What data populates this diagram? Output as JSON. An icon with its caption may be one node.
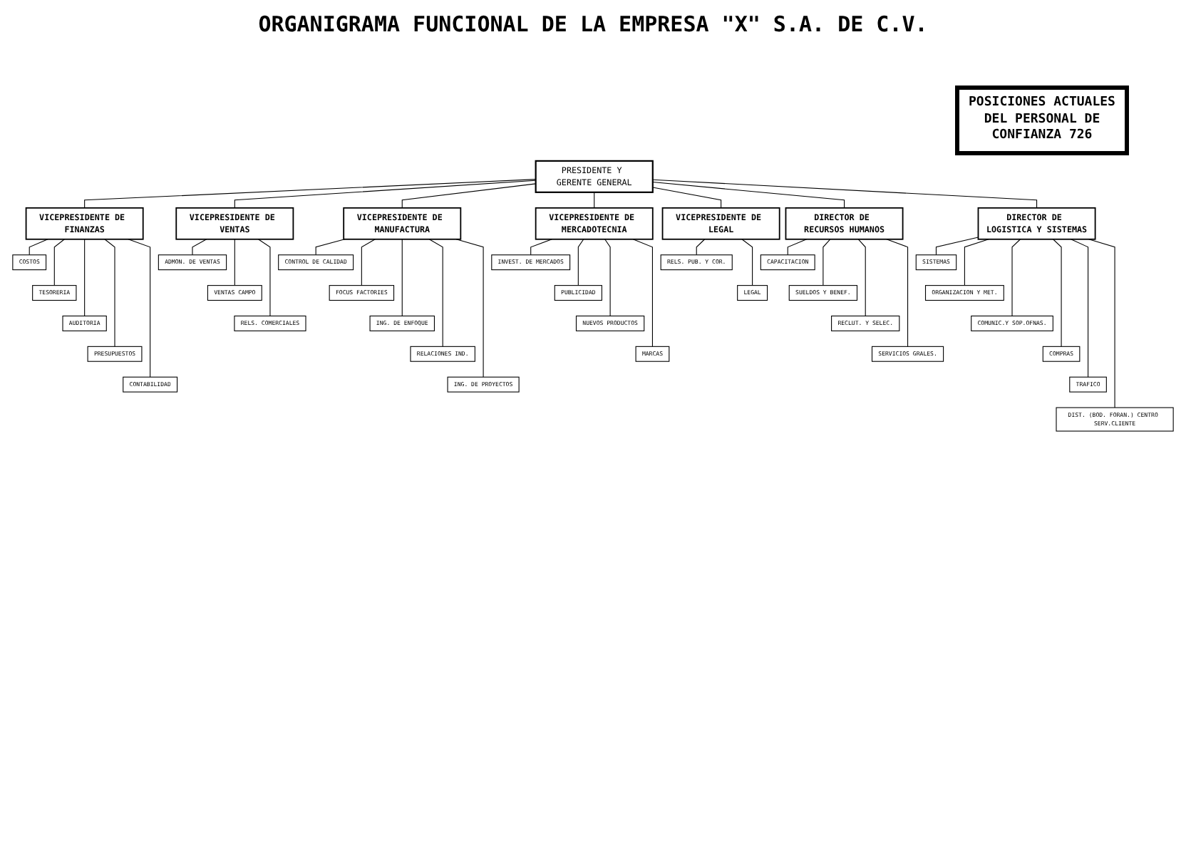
{
  "diagram": {
    "title": "ORGANIGRAMA FUNCIONAL DE LA EMPRESA \"X\" S.A. DE C.V.",
    "nodes": [
      {
        "text": [
          "PRESIDENTE Y GERENTE GENERAL"
        ]
      },
      {
        "text": [
          "POSICIONES ACTUALES DEL PERSONAL DE CONFIANZA 726"
        ]
      },
      {
        "text": [
          "VICEPRESIDENTE DE FINANZAS"
        ]
      },
      {
        "text": [
          "VICEPRESIDENTE DE VENTAS"
        ]
      },
      {
        "text": [
          "VICEPRESIDENTE DE MANUFACTURA"
        ]
      },
      {
        "text": [
          "VICEPRESIDENTE DE MERCADOTECNIA"
        ]
      },
      {
        "text": [
          "VICEPRESIDENTE DE LEGAL"
        ]
      },
      {
        "text": [
          "DIRECTOR DE RECURSOS HUMANOS"
        ]
      },
      {
        "text": [
          "DIRECTOR DE LOGISTICA Y SISTEMAS"
        ]
      },
      {
        "text": [
          "COSTOS"
        ]
      },
      {
        "text": [
          "TESORERIA"
        ]
      },
      {
        "text": [
          "AUDITORIA"
        ]
      },
      {
        "text": [
          "PRESUPUESTOS"
        ]
      },
      {
        "text": [
          "CONTABILIDAD"
        ]
      },
      {
        "text": [
          "ADMON. DE VENTAS"
        ]
      },
      {
        "text": [
          "VENTAS CAMPO"
        ]
      },
      {
        "text": [
          "RELS. COMERCIALES"
        ]
      },
      {
        "text": [
          "CONTROL DE CALIDAD"
        ]
      },
      {
        "text": [
          "FOCUS FACTORIES"
        ]
      },
      {
        "text": [
          "ING. DE ENFOQUE"
        ]
      },
      {
        "text": [
          "RELACIONES IND."
        ]
      },
      {
        "text": [
          "ING. DE PROYECTOS"
        ]
      },
      {
        "text": [
          "INVEST. DE MERCADOS"
        ]
      },
      {
        "text": [
          "PUBLICIDAD"
        ]
      },
      {
        "text": [
          "NUEVOS PRODUCTOS"
        ]
      },
      {
        "text": [
          "MARCAS"
        ]
      },
      {
        "text": [
          "RELS. PUB. Y COR."
        ]
      },
      {
        "text": [
          "LEGAL"
        ]
      },
      {
        "text": [
          "CAPACITACION"
        ]
      },
      {
        "text": [
          "SUELDOS Y BENEF."
        ]
      },
      {
        "text": [
          "RECLUT. Y SELEC."
        ]
      },
      {
        "text": [
          "SERVICIOS GRALES."
        ]
      },
      {
        "text": [
          "SISTEMAS"
        ]
      },
      {
        "text": [
          "ORGANIZACION Y MET."
        ]
      },
      {
        "text": [
          "COMUNIC.Y SOP.OFNAS."
        ]
      },
      {
        "text": [
          "COMPRAS"
        ]
      },
      {
        "text": [
          "TRAFICO"
        ]
      },
      {
        "text": [
          "DIST. (BOD. FORAN.) CENTRO SERV.CLIENTE"
        ]
      }
    ],
    "edges": [
      {
        "from": 0,
        "to": 2,
        "arrow": "none"
      },
      {
        "from": 0,
        "to": 3,
        "arrow": "none"
      },
      {
        "from": 0,
        "to": 4,
        "arrow": "none"
      },
      {
        "from": 0,
        "to": 5,
        "arrow": "none"
      },
      {
        "from": 0,
        "to": 6,
        "arrow": "none"
      },
      {
        "from": 0,
        "to": 7,
        "arrow": "none"
      },
      {
        "from": 0,
        "to": 8,
        "arrow": "none"
      },
      {
        "from": 2,
        "to": 9,
        "arrow": "none"
      },
      {
        "from": 2,
        "to": 10,
        "arrow": "none"
      },
      {
        "from": 2,
        "to": 11,
        "arrow": "none"
      },
      {
        "from": 2,
        "to": 12,
        "arrow": "none"
      },
      {
        "from": 2,
        "to": 13,
        "arrow": "none"
      },
      {
        "from": 3,
        "to": 14,
        "arrow": "none"
      },
      {
        "from": 3,
        "to": 15,
        "arrow": "none"
      },
      {
        "from": 3,
        "to": 16,
        "arrow": "none"
      },
      {
        "from": 4,
        "to": 17,
        "arrow": "none"
      },
      {
        "from": 4,
        "to": 18,
        "arrow": "none"
      },
      {
        "from": 4,
        "to": 19,
        "arrow": "none"
      },
      {
        "from": 4,
        "to": 20,
        "arrow": "none"
      },
      {
        "from": 4,
        "to": 21,
        "arrow": "none"
      },
      {
        "from": 5,
        "to": 22,
        "arrow": "none"
      },
      {
        "from": 5,
        "to": 23,
        "arrow": "none"
      },
      {
        "from": 5,
        "to": 24,
        "arrow": "none"
      },
      {
        "from": 5,
        "to": 25,
        "arrow": "none"
      },
      {
        "from": 6,
        "to": 26,
        "arrow": "none"
      },
      {
        "from": 6,
        "to": 27,
        "arrow": "none"
      },
      {
        "from": 7,
        "to": 28,
        "arrow": "none"
      },
      {
        "from": 7,
        "to": 29,
        "arrow": "none"
      },
      {
        "from": 7,
        "to": 30,
        "arrow": "none"
      },
      {
        "from": 7,
        "to": 31,
        "arrow": "none"
      },
      {
        "from": 8,
        "to": 32,
        "arrow": "none"
      },
      {
        "from": 8,
        "to": 33,
        "arrow": "none"
      },
      {
        "from": 8,
        "to": 34,
        "arrow": "none"
      },
      {
        "from": 8,
        "to": 35,
        "arrow": "none"
      },
      {
        "from": 8,
        "to": 36,
        "arrow": "none"
      },
      {
        "from": 8,
        "to": 37,
        "arrow": "none"
      }
    ]
  }
}
